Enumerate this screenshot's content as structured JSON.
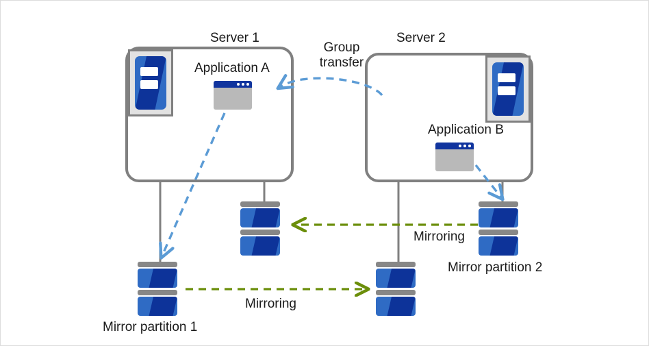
{
  "diagram": {
    "title_server1": "Server 1",
    "title_server2": "Server 2",
    "group_transfer_line1": "Group",
    "group_transfer_line2": "transfer",
    "app_a": "Application  A",
    "app_b": "Application  B",
    "mirror_partition_1": "Mirror partition 1",
    "mirror_partition_2": "Mirror partition 2",
    "mirroring_bottom": "Mirroring",
    "mirroring_right": "Mirroring",
    "icons": {
      "server1_tower": "server-tower-icon",
      "server2_tower": "server-tower-icon",
      "app_a_window": "application-window-icon",
      "app_b_window": "application-window-icon",
      "disk_s1_local": "disk-partition-icon",
      "disk_s1_mirror": "disk-partition-icon",
      "disk_s2_local": "disk-partition-icon",
      "disk_s2_mirror": "disk-partition-icon"
    },
    "colors": {
      "box_border": "#808080",
      "disk_light_blue": "#2f6bc4",
      "disk_dark_blue": "#0d3399",
      "plate_gray": "#878787",
      "app_titlebar": "#10349e",
      "app_body": "#b9b9b9",
      "arrow_blue": "#5b9bd5",
      "arrow_green": "#6b8e0a",
      "text": "#1a1a1a",
      "frame": "#dcdcdc",
      "background": "#ffffff"
    }
  }
}
